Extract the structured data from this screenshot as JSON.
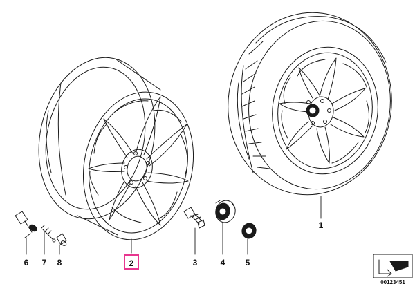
{
  "callouts": {
    "c1": "1",
    "c2": "2",
    "c3": "3",
    "c4": "4",
    "c5": "5",
    "c6": "6",
    "c7": "7",
    "c8": "8"
  },
  "reference_number": "00123451",
  "colors": {
    "line": "#1a1a1a",
    "highlight": "#e8368f"
  },
  "highlighted_part": "2"
}
